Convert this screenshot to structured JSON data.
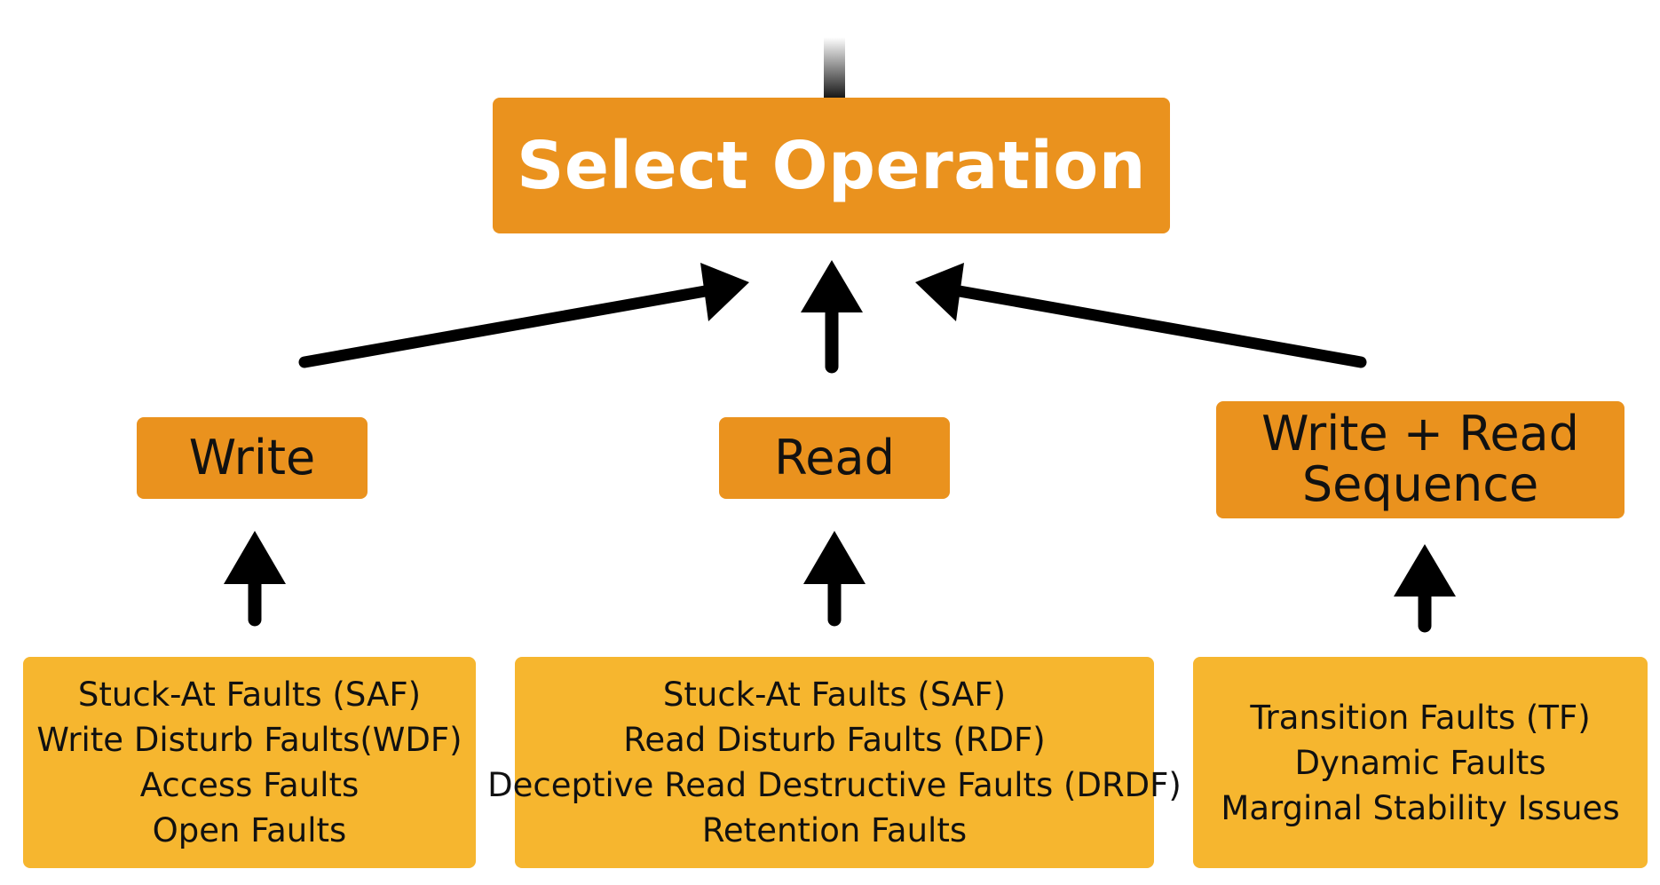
{
  "root": {
    "label": "Select Operation"
  },
  "operations": [
    {
      "label": "Write"
    },
    {
      "label": "Read"
    },
    {
      "label": "Write + Read Sequence"
    }
  ],
  "fault_groups": [
    {
      "items": [
        "Stuck-At Faults (SAF)",
        "Write Disturb Faults(WDF)",
        "Access Faults",
        "Open Faults"
      ]
    },
    {
      "items": [
        "Stuck-At Faults (SAF)",
        "Read Disturb Faults (RDF)",
        "Deceptive Read Destructive Faults (DRDF)",
        "Retention Faults"
      ]
    },
    {
      "items": [
        "Transition Faults (TF)",
        "Dynamic Faults",
        "Marginal Stability Issues"
      ]
    }
  ],
  "colors": {
    "root_fill": "#ea921e",
    "operation_fill": "#ea921e",
    "fault_fill": "#f6b62f",
    "arrow": "#000000"
  }
}
